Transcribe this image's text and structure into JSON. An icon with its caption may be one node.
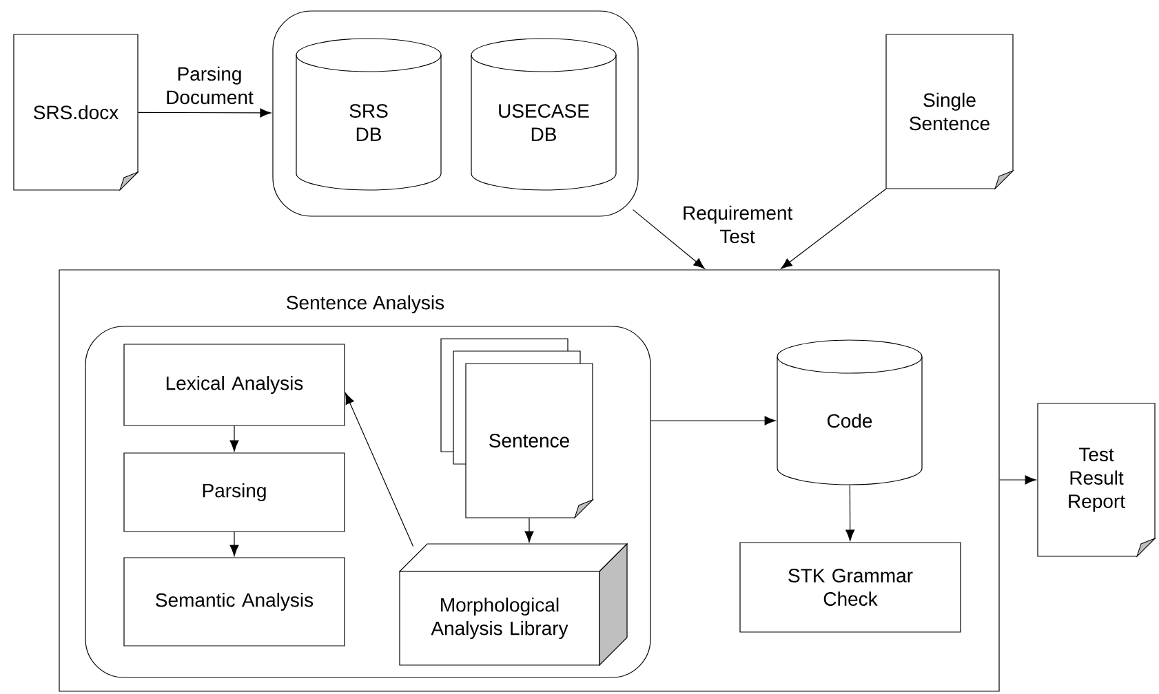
{
  "diagram": {
    "nodes": [
      {
        "text": [
          "SRS.docx"
        ]
      },
      {
        "text": [],
        "shape": "box"
      },
      {
        "text": [
          "SRS DB"
        ],
        "in": 1
      },
      {
        "text": [
          "USECASE DB"
        ],
        "in": 1
      },
      {
        "text": [
          "Single Sentence"
        ]
      },
      {
        "text": [
          "Sentence Analysis"
        ]
      },
      {
        "text": [],
        "shape": "box",
        "in": 5
      },
      {
        "text": [
          "Lexical Analysis"
        ],
        "in": 6
      },
      {
        "text": [
          "Parsing"
        ],
        "in": 6
      },
      {
        "text": [
          "Semantic Analysis"
        ],
        "in": 6
      },
      {
        "text": [
          "Sentence"
        ],
        "in": 6
      },
      {
        "text": [
          "Morphological Analysis Library"
        ],
        "in": 6
      },
      {
        "text": [
          "Code"
        ],
        "in": 5
      },
      {
        "text": [
          "STK Grammar Check"
        ],
        "in": 5
      },
      {
        "text": [
          "Test Result Report"
        ]
      }
    ],
    "edges": [
      {
        "from": 0,
        "to": 1,
        "arrow": "to",
        "label": "Parsing Document"
      },
      {
        "from": 1,
        "to": 5,
        "arrow": "to",
        "label": "Requirement Test"
      },
      {
        "from": 4,
        "to": 5,
        "arrow": "to"
      },
      {
        "from": 7,
        "to": 8,
        "arrow": "to"
      },
      {
        "from": 8,
        "to": 9,
        "arrow": "to"
      },
      {
        "from": 11,
        "to": 7,
        "arrow": "to"
      },
      {
        "from": 10,
        "to": 11,
        "arrow": "to"
      },
      {
        "from": 6,
        "to": 12,
        "arrow": "to"
      },
      {
        "from": 12,
        "to": 13,
        "arrow": "to"
      },
      {
        "from": 5,
        "to": 14,
        "arrow": "to"
      }
    ]
  }
}
